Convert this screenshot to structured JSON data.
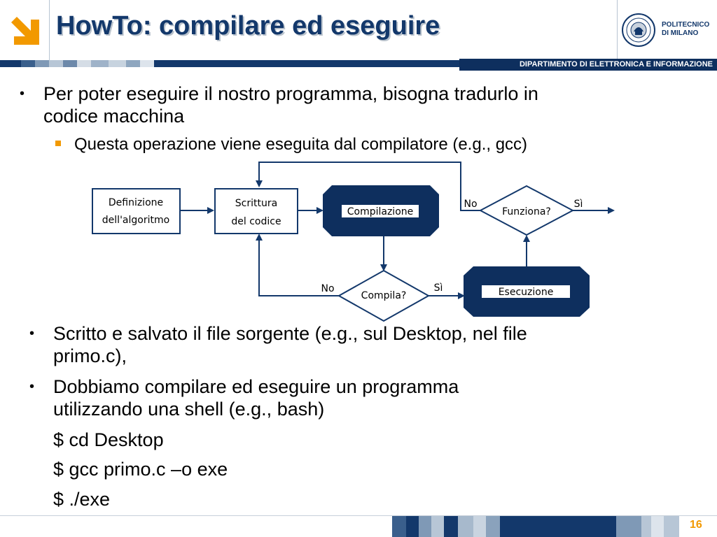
{
  "header": {
    "title": "HowTo: compilare ed eseguire",
    "institution_line1": "POLITECNICO",
    "institution_line2": "DI MILANO",
    "department": "DIPARTIMENTO DI ELETTRONICA E INFORMAZIONE"
  },
  "colors": {
    "navy": "#13386b",
    "dark_navy": "#0e2f5e",
    "accent_orange": "#f29900"
  },
  "icons": {
    "logo_arrow": "arrow-down-right-icon",
    "seal": "politecnico-seal-icon"
  },
  "bullets_top": {
    "b1_line1": "Per poter eseguire il nostro programma, bisogna tradurlo in",
    "b1_line2": "codice macchina",
    "sub1": "Questa operazione viene eseguita dal compilatore (e.g., gcc)"
  },
  "flowchart": {
    "def_line1": "Definizione",
    "def_line2": "dell'algoritmo",
    "write_line1": "Scrittura",
    "write_line2": "del codice",
    "compile": "Compilazione",
    "compila_q": "Compila?",
    "exec": "Esecuzione",
    "funziona_q": "Funziona?",
    "no": "No",
    "si": "Sì"
  },
  "bullets_bottom": {
    "b2_line1": "Scritto e salvato  il file sorgente (e.g., sul Desktop, nel file",
    "b2_line2": "primo.c),",
    "b3_line1": "Dobbiamo compilare ed eseguire un programma",
    "b3_line2": "utilizzando una shell (e.g., bash)",
    "cmd1": "$ cd Desktop",
    "cmd2": "$ gcc primo.c –o exe",
    "cmd3": "$ ./exe"
  },
  "footer": {
    "page_number": "16"
  }
}
